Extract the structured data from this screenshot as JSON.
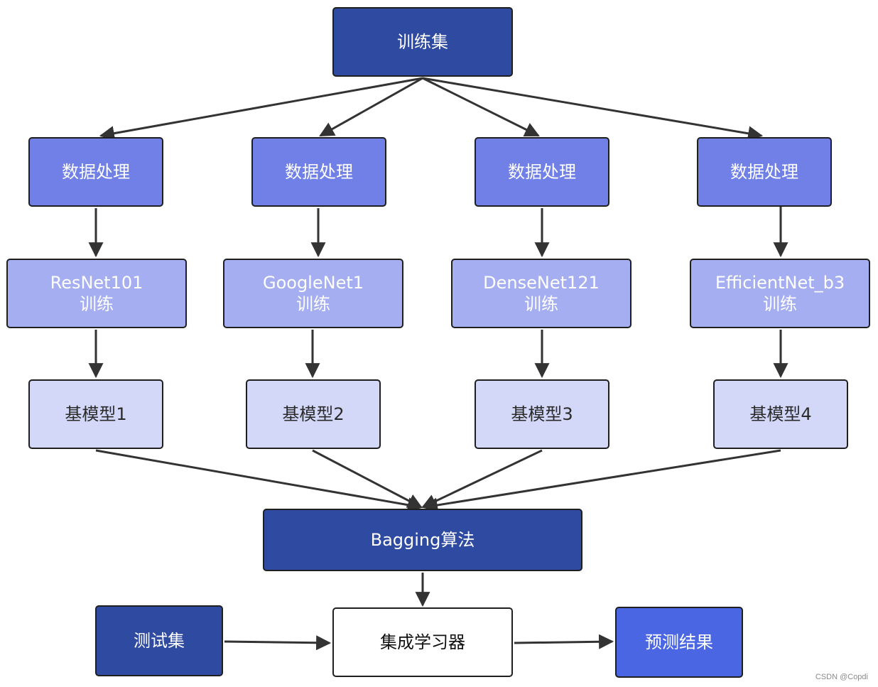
{
  "nodes": {
    "training_set": "训练集",
    "data_processing": [
      "数据处理",
      "数据处理",
      "数据处理",
      "数据处理"
    ],
    "training": [
      {
        "model": "ResNet101",
        "suffix": "训练"
      },
      {
        "model": "GoogleNet1",
        "suffix": "训练"
      },
      {
        "model": "DenseNet121",
        "suffix": "训练"
      },
      {
        "model": "EfficientNet_b3",
        "suffix": "训练"
      }
    ],
    "base_models": [
      "基模型1",
      "基模型2",
      "基模型3",
      "基模型4"
    ],
    "bagging": "Bagging算法",
    "test_set": "测试集",
    "ensemble_learner": "集成学习器",
    "prediction_result": "预测结果"
  },
  "colors": {
    "dark_navy": "#2f4aa1",
    "medium_blue": "#7080e6",
    "light_blue": "#a5aef0",
    "pale_blue": "#d4d8f8",
    "bright_blue": "#4a66e3",
    "arrow": "#333333"
  },
  "watermark": "CSDN @Copdi"
}
